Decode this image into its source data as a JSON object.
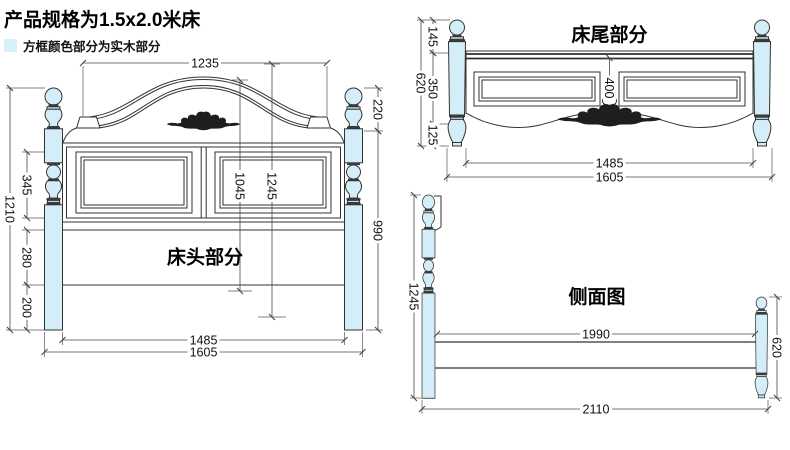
{
  "title": "产品规格为1.5x2.0米床",
  "legend": {
    "label": "方框颜色部分为实木部分",
    "swatch_color": "#d6f1f9"
  },
  "colors": {
    "wood_fill": "#d3eef8",
    "outline": "#333333",
    "dimension": "#4a4a4a",
    "ornament": "#1e1e1e"
  },
  "views": {
    "headboard": {
      "title": "床头部分",
      "dims": {
        "arch_width": "1235",
        "finial_height": "220",
        "lower_post_height": "990",
        "total_height": "1210",
        "panel_height": "345",
        "rail_height": "280",
        "leg_height": "200",
        "board_height_inner": "1045",
        "board_height_outer": "1245",
        "inner_width": "1485",
        "outer_width": "1605"
      }
    },
    "footboard": {
      "title": "床尾部分",
      "dims": {
        "finial_height": "145",
        "panel_height": "350",
        "total_height": "620",
        "foot_height": "125",
        "center_height": "400",
        "inner_width": "1485",
        "outer_width": "1605"
      }
    },
    "side": {
      "title": "侧面图",
      "dims": {
        "post_height": "1245",
        "rail_length": "1990",
        "total_length": "2110",
        "foot_post_height": "620"
      }
    }
  }
}
